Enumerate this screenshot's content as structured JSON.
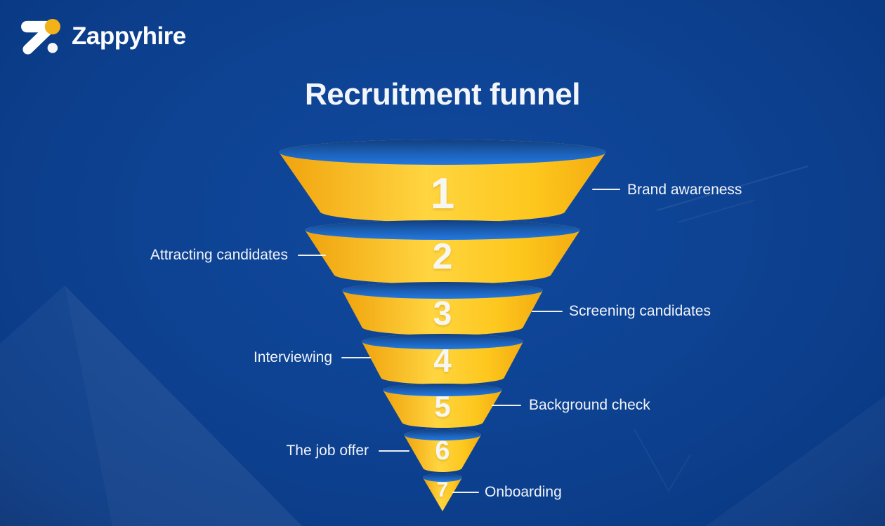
{
  "brand": {
    "name": "Zappyhire"
  },
  "title": "Recruitment funnel",
  "colors": {
    "background_blue": "#0d4190",
    "funnel_yellow_dark": "#f0a30d",
    "funnel_yellow_bright": "#ffd540",
    "funnel_mouth_blue_top": "#15498f",
    "funnel_mouth_blue_bottom": "#2272d4",
    "text_white": "#f1f4f9",
    "logo_accent_amber": "#f4b219"
  },
  "funnel": {
    "stages": [
      {
        "number": "1",
        "label": "Brand awareness",
        "side": "right"
      },
      {
        "number": "2",
        "label": "Attracting candidates",
        "side": "left"
      },
      {
        "number": "3",
        "label": "Screening candidates",
        "side": "right"
      },
      {
        "number": "4",
        "label": "Interviewing",
        "side": "left"
      },
      {
        "number": "5",
        "label": "Background check",
        "side": "right"
      },
      {
        "number": "6",
        "label": "The job offer",
        "side": "left"
      },
      {
        "number": "7",
        "label": "Onboarding",
        "side": "right"
      }
    ]
  }
}
